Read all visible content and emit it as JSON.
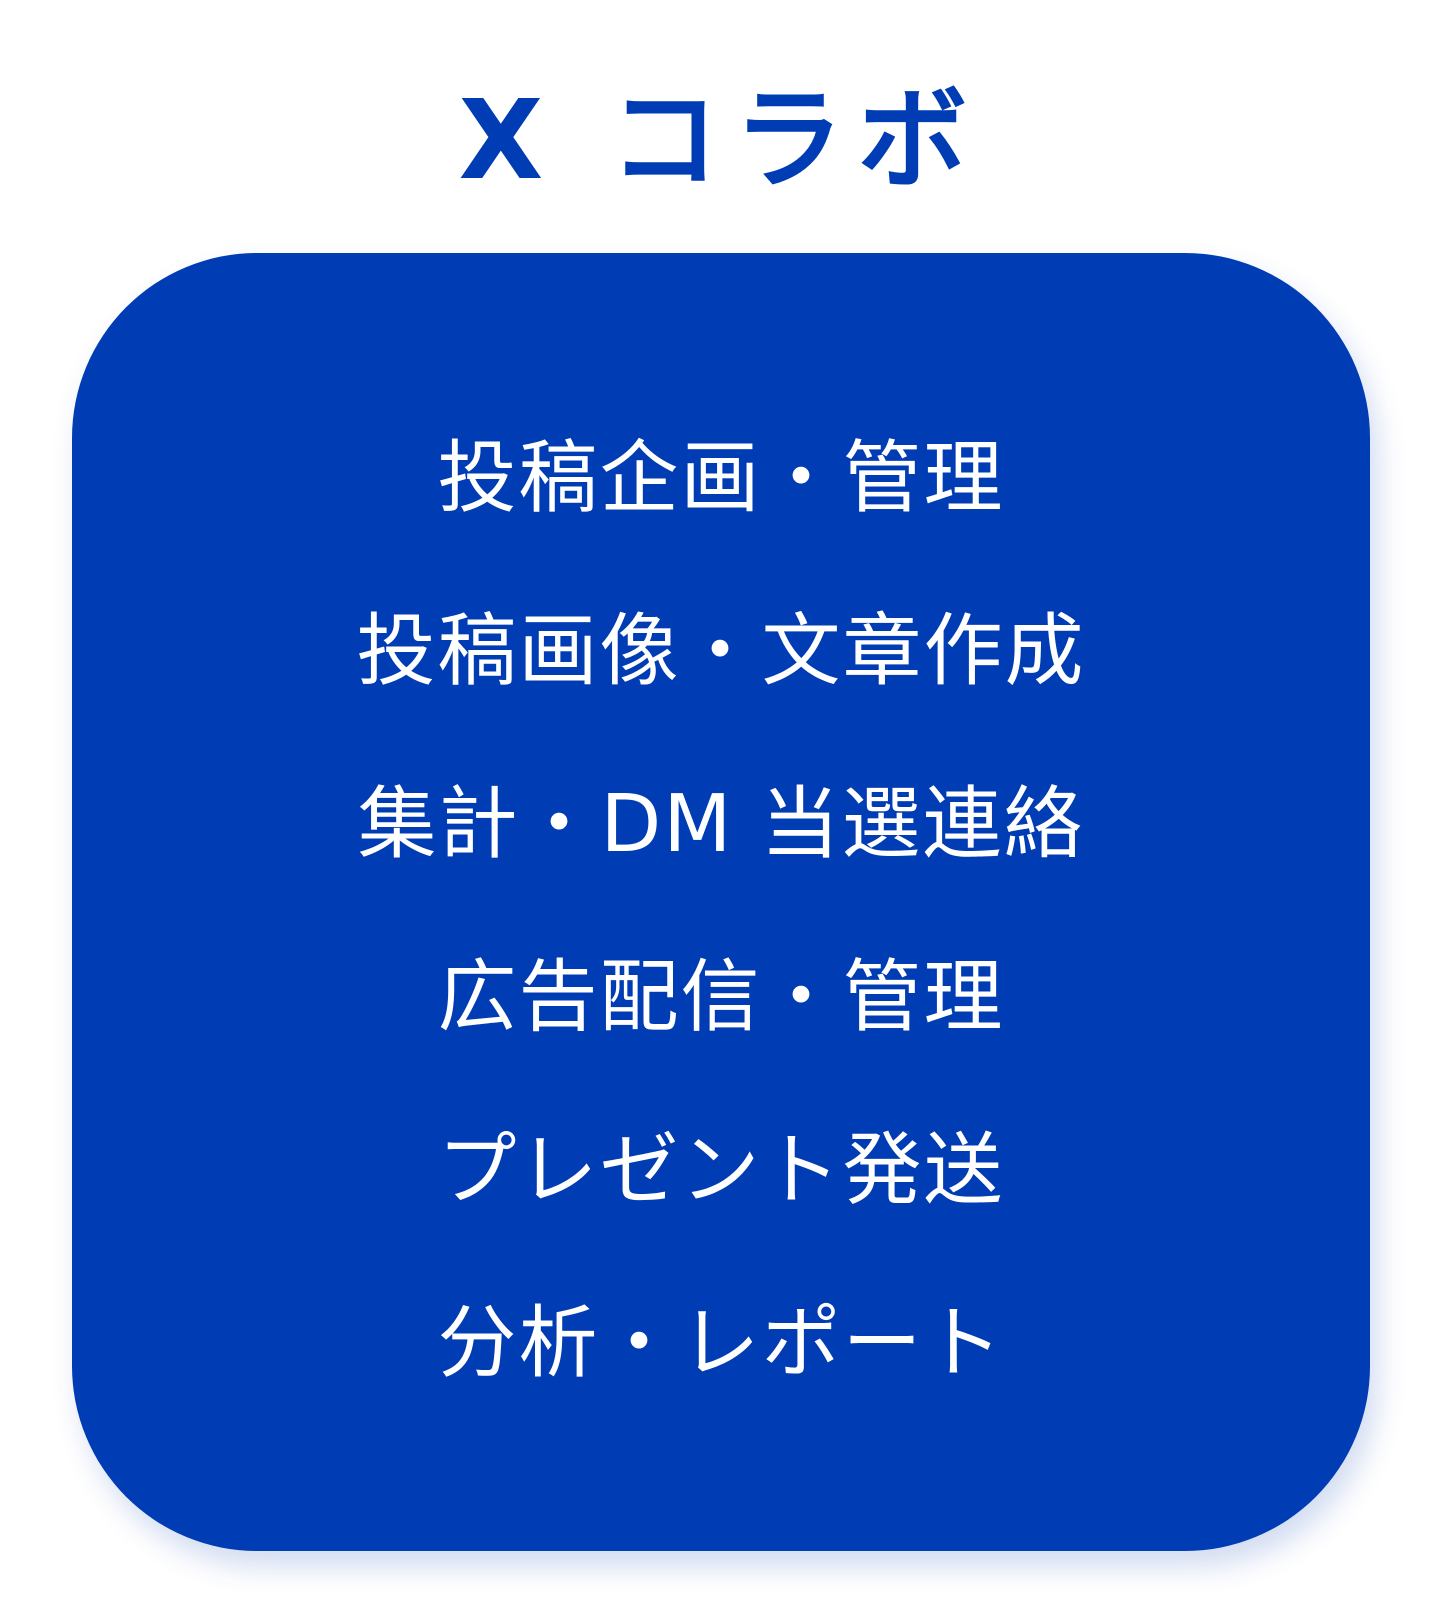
{
  "title": "X コラボ",
  "colors": {
    "accent": "#003cb4",
    "card_text": "#ffffff",
    "background": "#ffffff"
  },
  "services": [
    "投稿企画・管理",
    "投稿画像・文章作成",
    "集計・DM 当選連絡",
    "広告配信・管理",
    "プレゼント発送",
    "分析・レポート"
  ]
}
